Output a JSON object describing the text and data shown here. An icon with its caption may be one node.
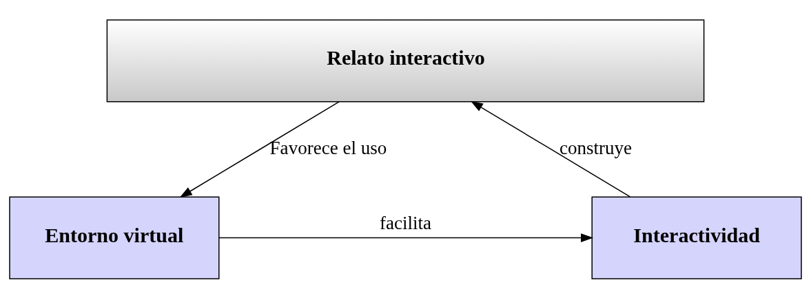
{
  "diagram": {
    "nodes": [
      {
        "text": [
          "Relato interactivo"
        ]
      },
      {
        "text": [
          "Interactividad"
        ]
      },
      {
        "text": [
          "Entorno virtual"
        ]
      }
    ],
    "edges": [
      {
        "from": 1,
        "to": 0,
        "arrow": "to",
        "label": "construye"
      },
      {
        "from": 0,
        "to": 2,
        "arrow": "to",
        "label": "Favorece el uso"
      },
      {
        "from": 2,
        "to": 1,
        "arrow": "to",
        "label": "facilita"
      }
    ]
  }
}
